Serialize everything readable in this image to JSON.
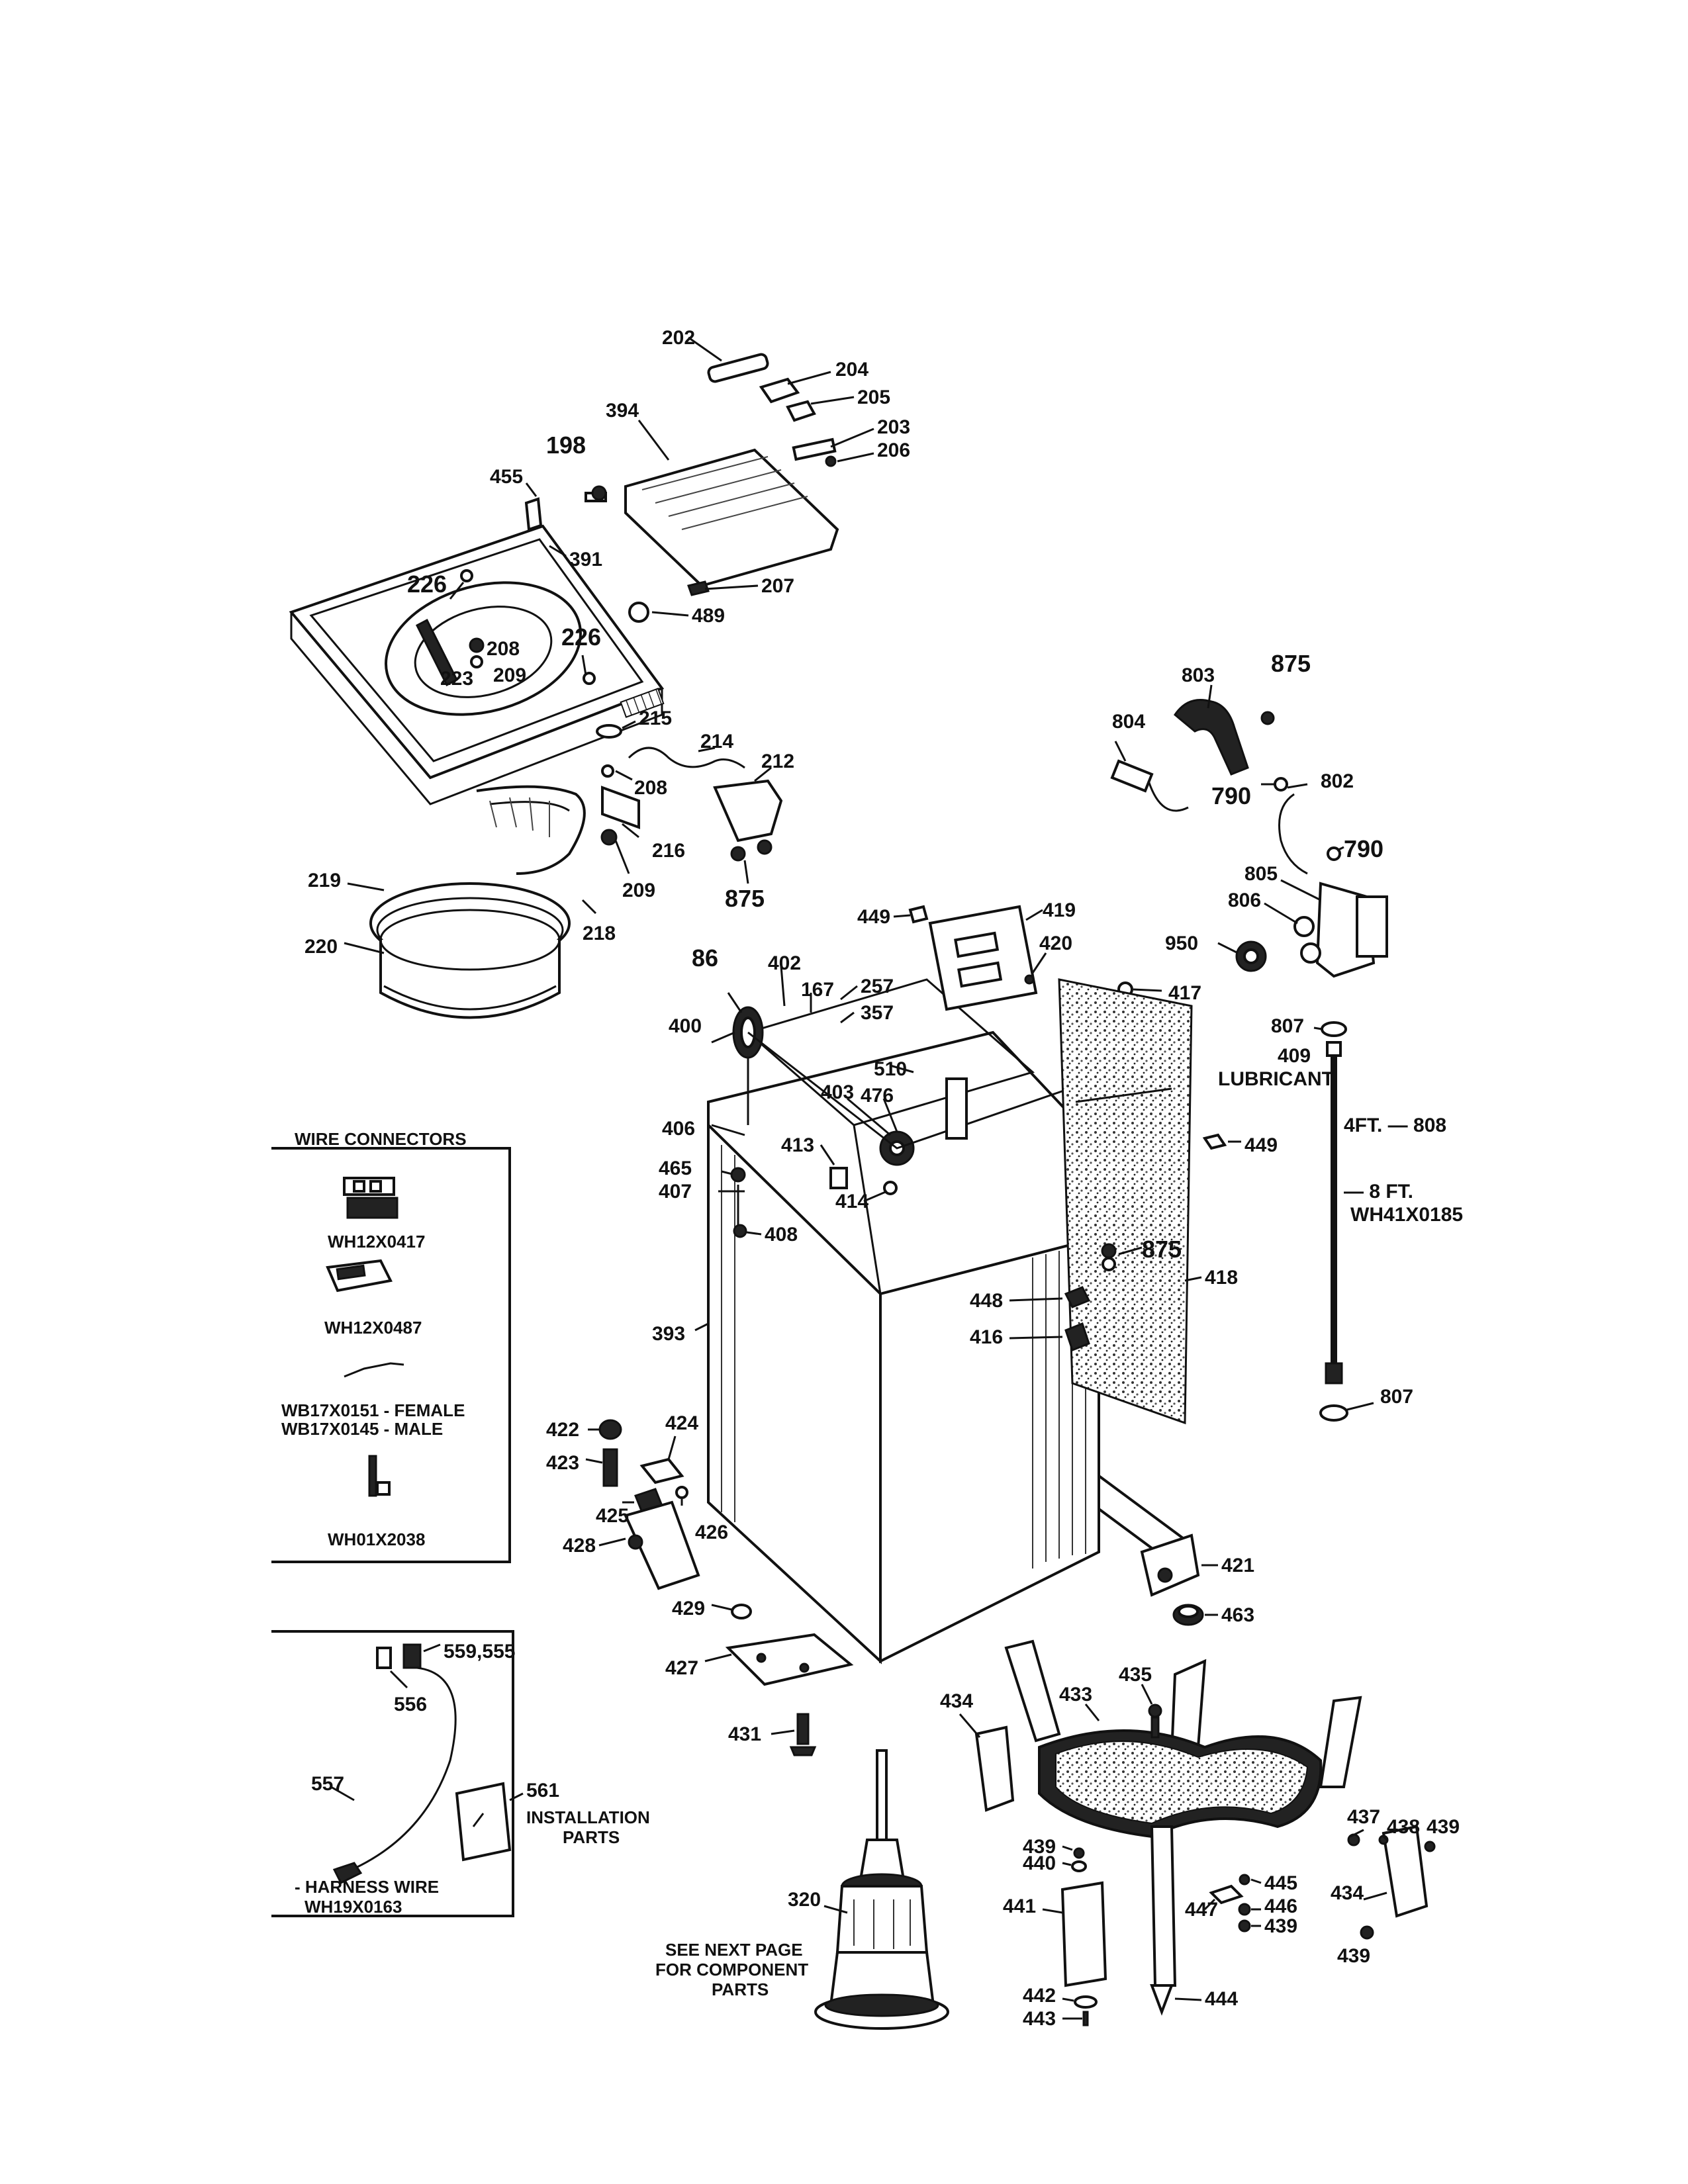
{
  "labels": {
    "l202": "202",
    "l204": "204",
    "l205": "205",
    "l203": "203",
    "l206": "206",
    "l394": "394",
    "l198": "198",
    "l455": "455",
    "l391": "391",
    "l226a": "226",
    "l226b": "226",
    "l208a": "208",
    "l209a": "209",
    "l223": "223",
    "l207": "207",
    "l489": "489",
    "l215": "215",
    "l214": "214",
    "l212": "212",
    "l208b": "208",
    "l216": "216",
    "l209b": "209",
    "l875a": "875",
    "l219": "219",
    "l220": "220",
    "l218": "218",
    "l803": "803",
    "l875b": "875",
    "l804": "804",
    "l802": "802",
    "l790a": "790",
    "l790b": "790",
    "l805": "805",
    "l806": "806",
    "l950": "950",
    "l807a": "807",
    "l808": "4FT. — 808",
    "l8ft": "— 8 FT.",
    "lwh41": "WH41X0185",
    "l807b": "807",
    "l449a": "449",
    "l419": "419",
    "l420": "420",
    "l417": "417",
    "l409": "409",
    "llub": "LUBRICANT",
    "l86": "86",
    "l402": "402",
    "l167": "167",
    "l257": "257",
    "l357": "357",
    "l400": "400",
    "l510": "510",
    "l403": "403",
    "l476": "476",
    "l406": "406",
    "l413": "413",
    "l465": "465",
    "l407": "407",
    "l414": "414",
    "l408": "408",
    "l449b": "449",
    "l875c": "875",
    "l418": "418",
    "l448": "448",
    "l416": "416",
    "l393": "393",
    "l422": "422",
    "l424": "424",
    "l423": "423",
    "l425": "425",
    "l426": "426",
    "l428": "428",
    "l421": "421",
    "l463": "463",
    "l429": "429",
    "l427": "427",
    "l435": "435",
    "l434a": "434",
    "l433": "433",
    "l431": "431",
    "l437": "437",
    "l438": "438",
    "l439a": "439",
    "l439b": "439",
    "l440": "440",
    "l445": "445",
    "l434b": "434",
    "l441": "441",
    "l446": "446",
    "l447": "447",
    "l439c": "439",
    "l439d": "439",
    "l442": "442",
    "l443": "443",
    "l444": "444",
    "l320": "320"
  },
  "wire_connectors": {
    "title": "WIRE CONNECTORS",
    "p1": "WH12X0417",
    "p2": "WH12X0487",
    "p3a": "WB17X0151 - FEMALE",
    "p3b": "WB17X0145 - MALE",
    "p4": "WH01X2038"
  },
  "harness": {
    "l559": "559,555",
    "l556": "556",
    "l557": "557",
    "l561": "561",
    "install_a": "INSTALLATION",
    "install_b": "PARTS",
    "harness_a": "- HARNESS WIRE",
    "harness_b": "WH19X0163"
  },
  "note": {
    "a": "SEE NEXT PAGE",
    "b": "FOR COMPONENT",
    "c": "PARTS"
  }
}
